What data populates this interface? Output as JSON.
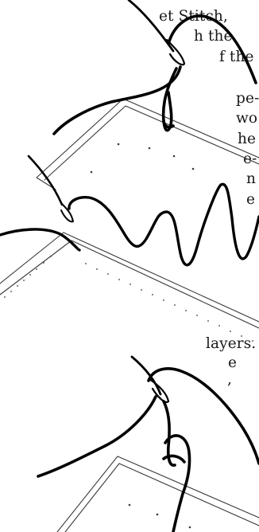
{
  "text_fragments": [
    "et Stitch,",
    "h the",
    "f the",
    "pe-",
    "wo",
    "he",
    "e-",
    "n",
    "e",
    "layers.",
    "e",
    ","
  ],
  "colors": {
    "ink": "#1a1a1a",
    "thread": "#000000",
    "fabric_edge": "#3a3a3a",
    "background": "#ffffff"
  },
  "illustrations": [
    "needle-and-thread-upper",
    "needle-and-thread-middle",
    "needle-and-thread-lower"
  ]
}
